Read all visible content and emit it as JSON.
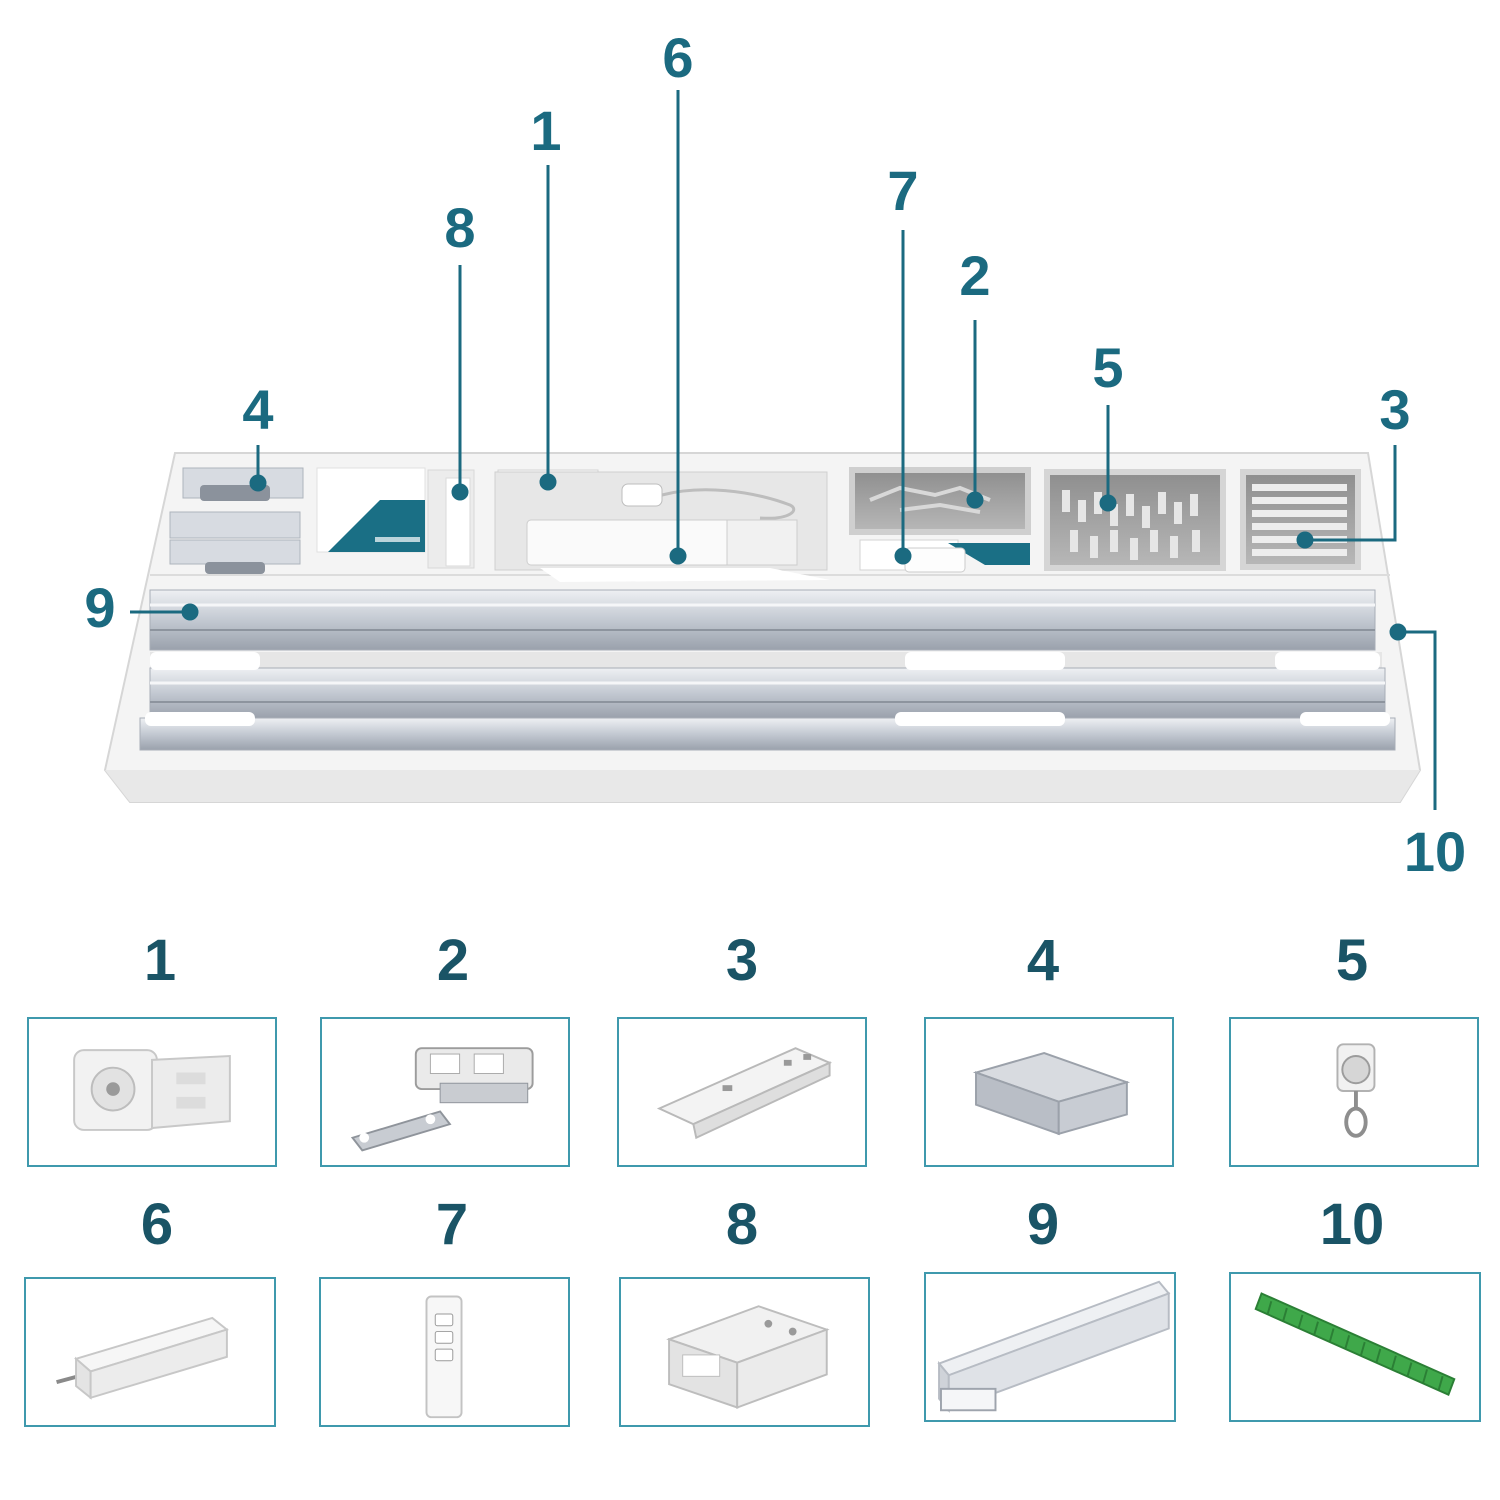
{
  "callouts": {
    "n1": "1",
    "n2": "2",
    "n3": "3",
    "n4": "4",
    "n5": "5",
    "n6": "6",
    "n7": "7",
    "n8": "8",
    "n9": "9",
    "n10": "10"
  },
  "catalog": [
    {
      "label": "1",
      "icon": "end-cap-icon"
    },
    {
      "label": "2",
      "icon": "master-carrier-icon"
    },
    {
      "label": "3",
      "icon": "ceiling-bracket-icon"
    },
    {
      "label": "4",
      "icon": "track-connector-icon"
    },
    {
      "label": "5",
      "icon": "glider-hook-icon"
    },
    {
      "label": "6",
      "icon": "motor-icon"
    },
    {
      "label": "7",
      "icon": "remote-control-icon"
    },
    {
      "label": "8",
      "icon": "pulley-housing-icon"
    },
    {
      "label": "9",
      "icon": "aluminum-track-icon"
    },
    {
      "label": "10",
      "icon": "belt-icon"
    }
  ],
  "colors": {
    "callout": "#1b6a80",
    "frame": "#3f99ad",
    "rail": "#c9ced6",
    "belt": "#3fa84a"
  }
}
